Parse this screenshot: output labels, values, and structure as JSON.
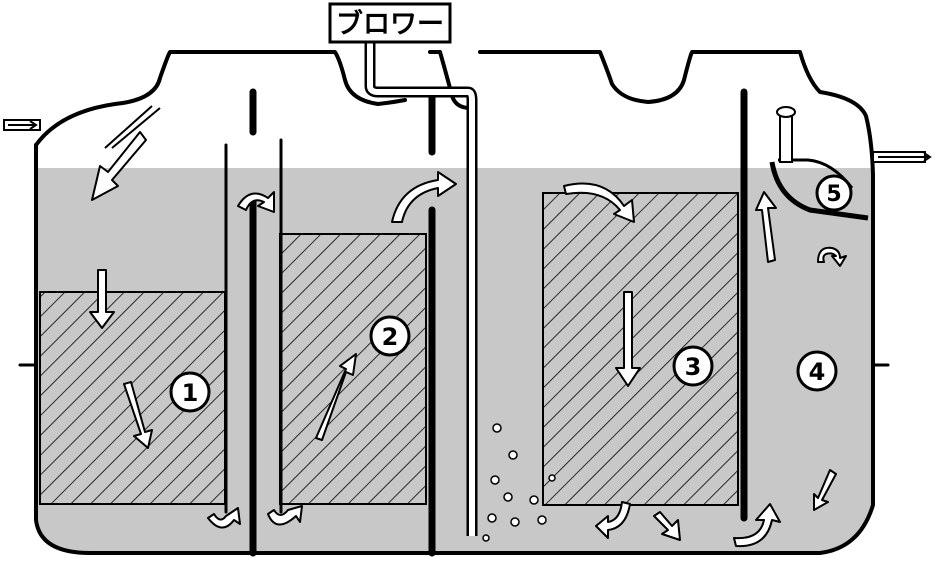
{
  "blower_label": "ブロワー",
  "chambers": [
    {
      "number": "1"
    },
    {
      "number": "2"
    },
    {
      "number": "3"
    },
    {
      "number": "4"
    },
    {
      "number": "5"
    }
  ],
  "colors": {
    "water": "#c8c8c8",
    "wall": "#000000",
    "air_pipe": "#ffffff",
    "hatch": "#000000",
    "background": "#ffffff"
  }
}
